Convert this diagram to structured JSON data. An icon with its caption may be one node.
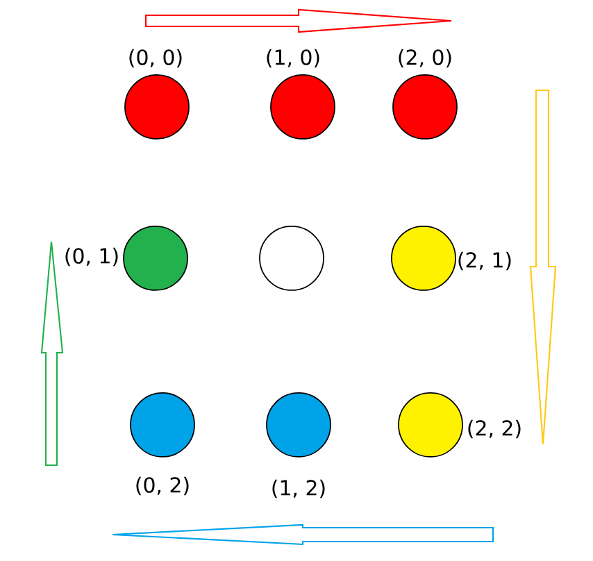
{
  "diagram": {
    "nodes": [
      {
        "text": [],
        "shape": "circle",
        "beside": [
          "(0, 0)"
        ]
      },
      {
        "text": [],
        "shape": "circle",
        "beside": [
          "(1, 0)"
        ]
      },
      {
        "text": [],
        "shape": "circle",
        "beside": [
          "(2, 0)"
        ]
      },
      {
        "text": [],
        "shape": "circle",
        "beside": [
          "(0, 1)"
        ]
      },
      {
        "text": [],
        "shape": "circle"
      },
      {
        "text": [],
        "shape": "circle",
        "beside": [
          "(2, 1)"
        ]
      },
      {
        "text": [],
        "shape": "circle",
        "beside": [
          "(0, 2)"
        ]
      },
      {
        "text": [],
        "shape": "circle",
        "beside": [
          "(1, 2)"
        ]
      },
      {
        "text": [],
        "shape": "circle",
        "beside": [
          "(2, 2)"
        ]
      }
    ]
  }
}
